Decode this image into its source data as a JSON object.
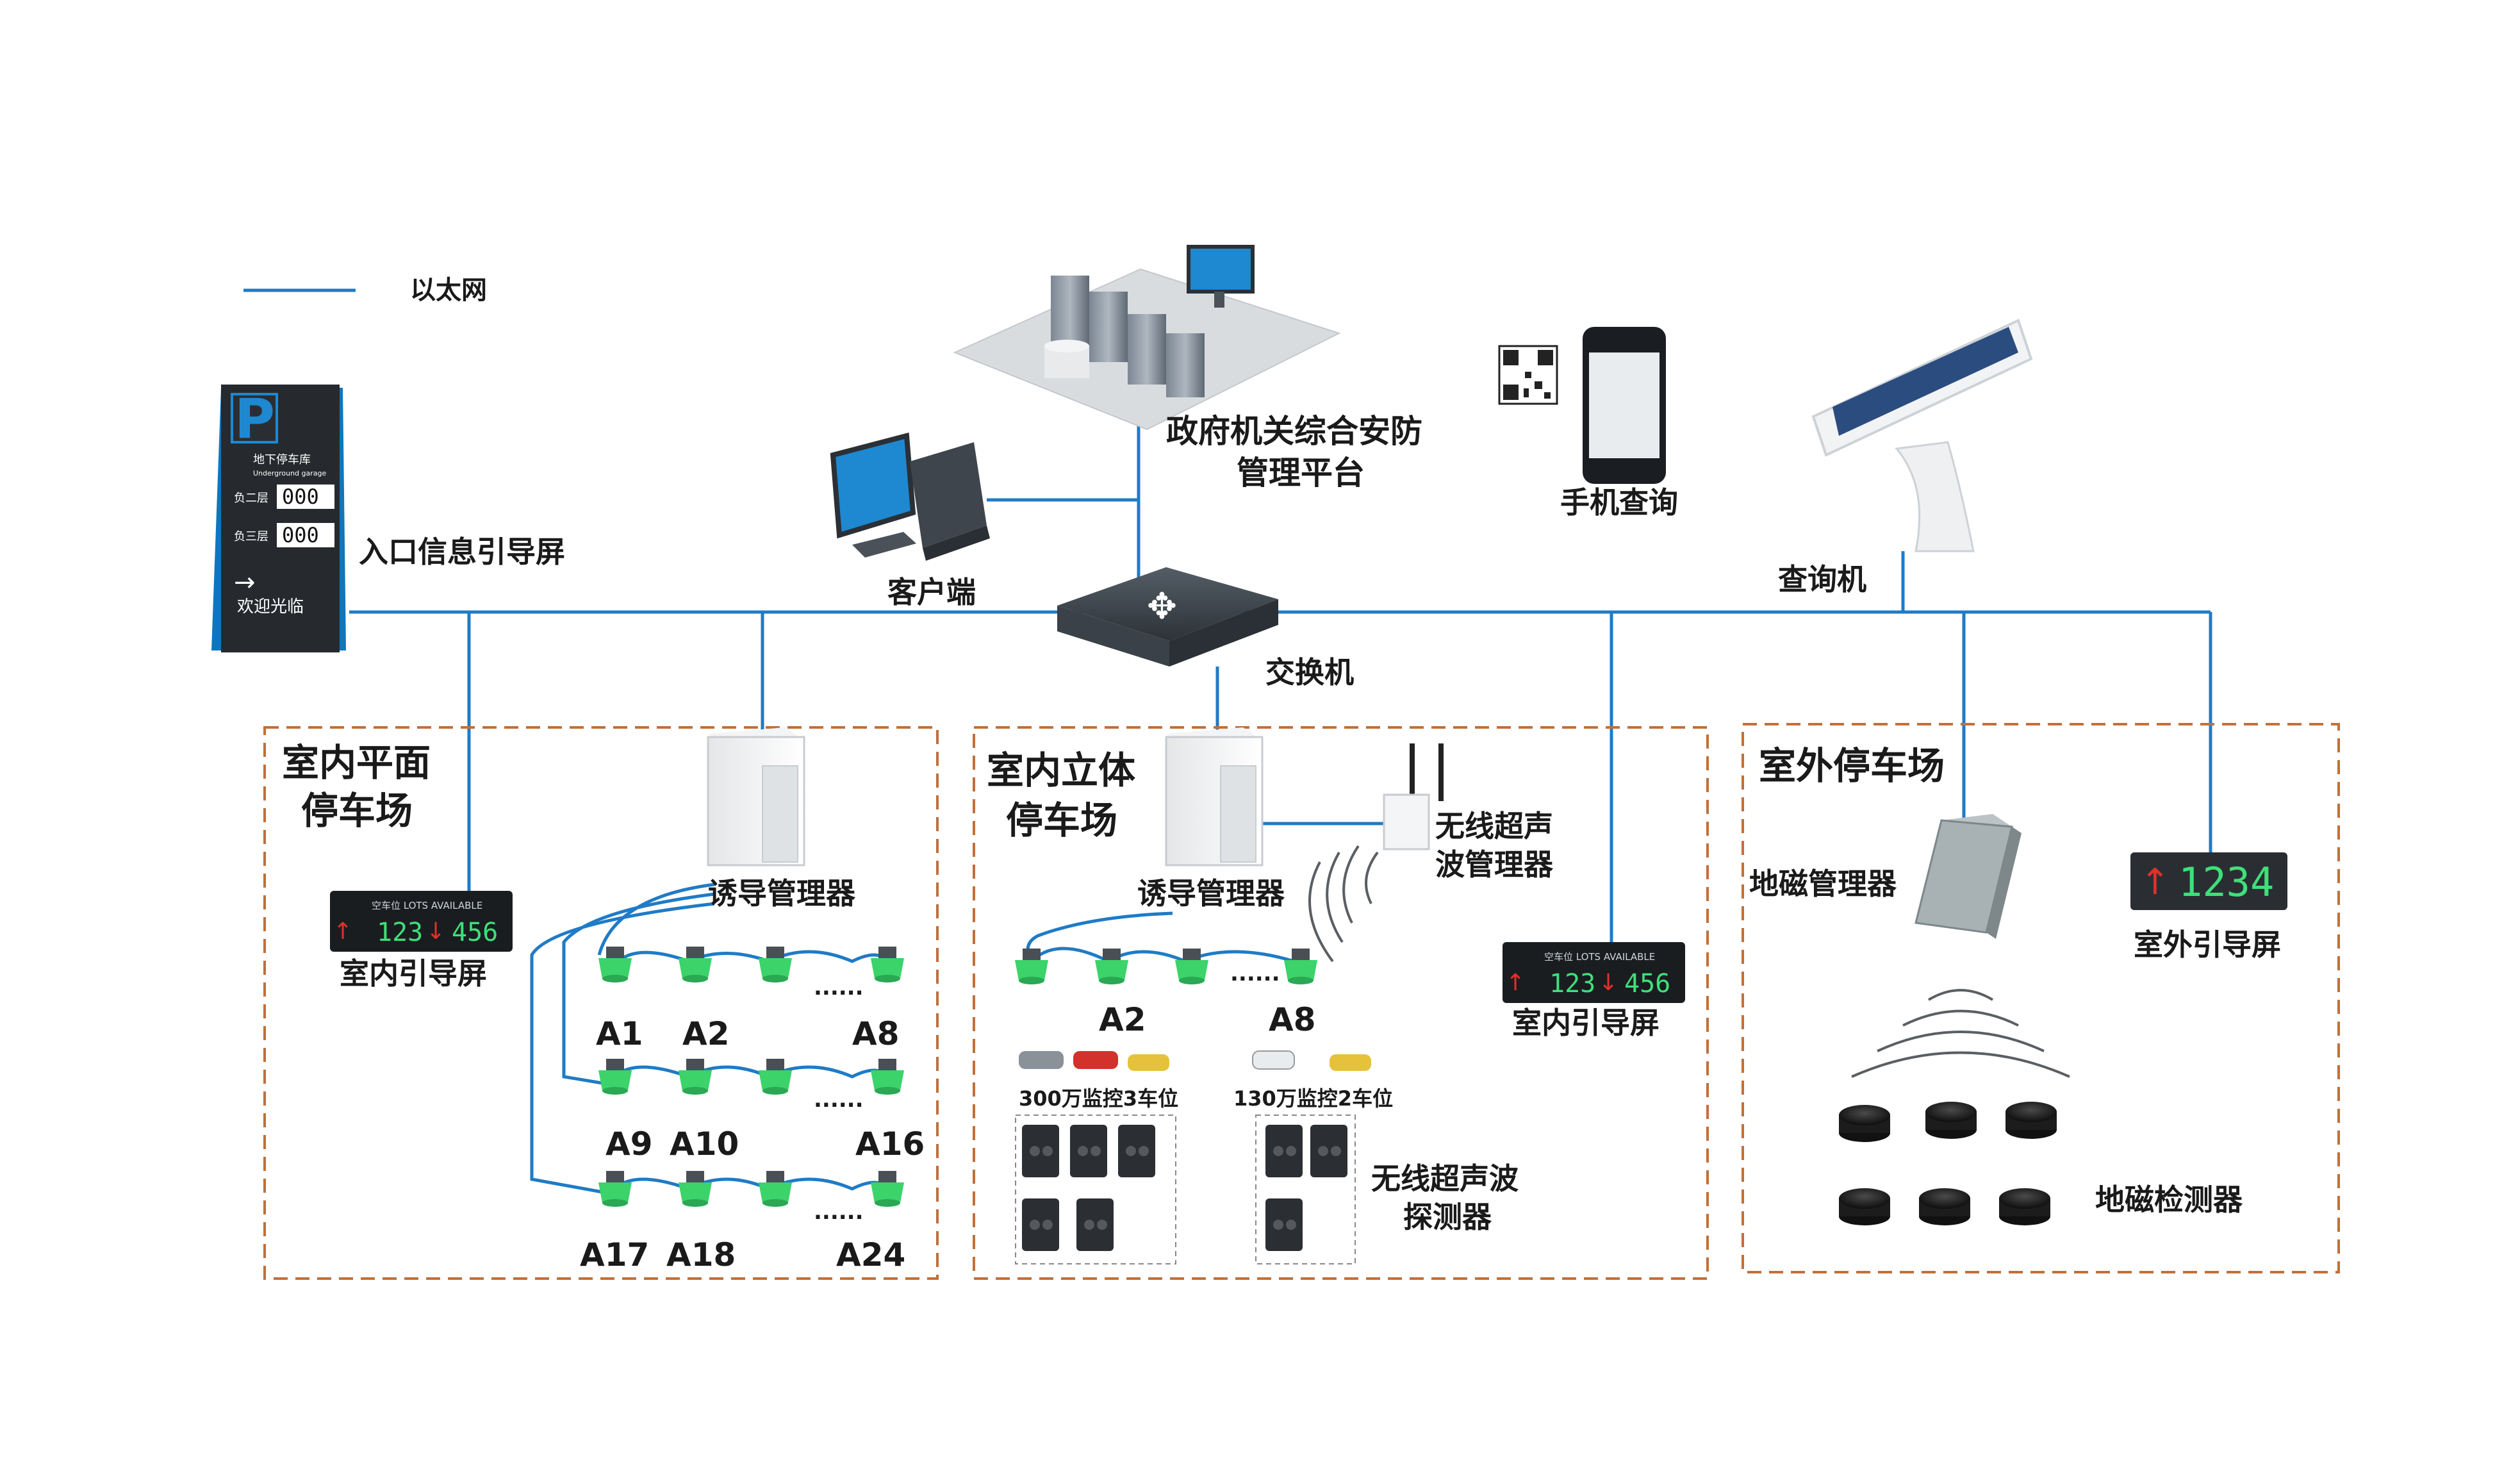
{
  "legend": {
    "ethernet_label": "以太网",
    "line_color": "#1f7bc6"
  },
  "central": {
    "platform_label_line1": "政府机关综合安防",
    "platform_label_line2": "管理平台",
    "client_label": "客户端",
    "switch_label": "交换机",
    "mobile_query_label": "手机查询",
    "query_kiosk_label": "查询机",
    "entrance_screen_label": "入口信息引导屏"
  },
  "entrance_sign": {
    "title": "地下停车库",
    "subtitle": "Underground garage",
    "rows": [
      {
        "label": "负二层",
        "value": "000"
      },
      {
        "label": "负三层",
        "value": "000"
      }
    ],
    "welcome": "欢迎光临"
  },
  "zones": {
    "indoor_flat": {
      "title_line1": "室内平面",
      "title_line2": "停车场",
      "manager_label": "诱导管理器",
      "indoor_screen_label": "室内引导屏",
      "screen_header": "空车位 LOTS AVAILABLE",
      "screen_values": [
        "123",
        "456"
      ],
      "sensor_rows": [
        {
          "labels": [
            "A1",
            "A2",
            "A8"
          ]
        },
        {
          "labels": [
            "A9",
            "A10",
            "A16"
          ]
        },
        {
          "labels": [
            "A17",
            "A18",
            "A24"
          ]
        }
      ],
      "ellipsis": "......"
    },
    "indoor_3d": {
      "title_line1": "室内立体",
      "title_line2": "停车场",
      "manager_label": "诱导管理器",
      "wireless_manager_line1": "无线超声",
      "wireless_manager_line2": "波管理器",
      "sensor_labels": [
        "A2",
        "A8"
      ],
      "ellipsis": "......",
      "camera_group1_label": "300万监控3车位",
      "camera_group2_label": "130万监控2车位",
      "detector_line1": "无线超声波",
      "detector_line2": "探测器",
      "indoor_screen_label": "室内引导屏",
      "screen_header": "空车位 LOTS AVAILABLE",
      "screen_values": [
        "123",
        "456"
      ]
    },
    "outdoor": {
      "title": "室外停车场",
      "geomag_manager_label": "地磁管理器",
      "outdoor_screen_label": "室外引导屏",
      "outdoor_screen_value": "1234",
      "geomag_detector_label": "地磁检测器"
    }
  },
  "colors": {
    "line": "#1f7bc6",
    "zone_border": "#c0703a",
    "sensor_green": "#3bd36a",
    "led_green": "#3ee07a",
    "led_red": "#e0312b"
  }
}
